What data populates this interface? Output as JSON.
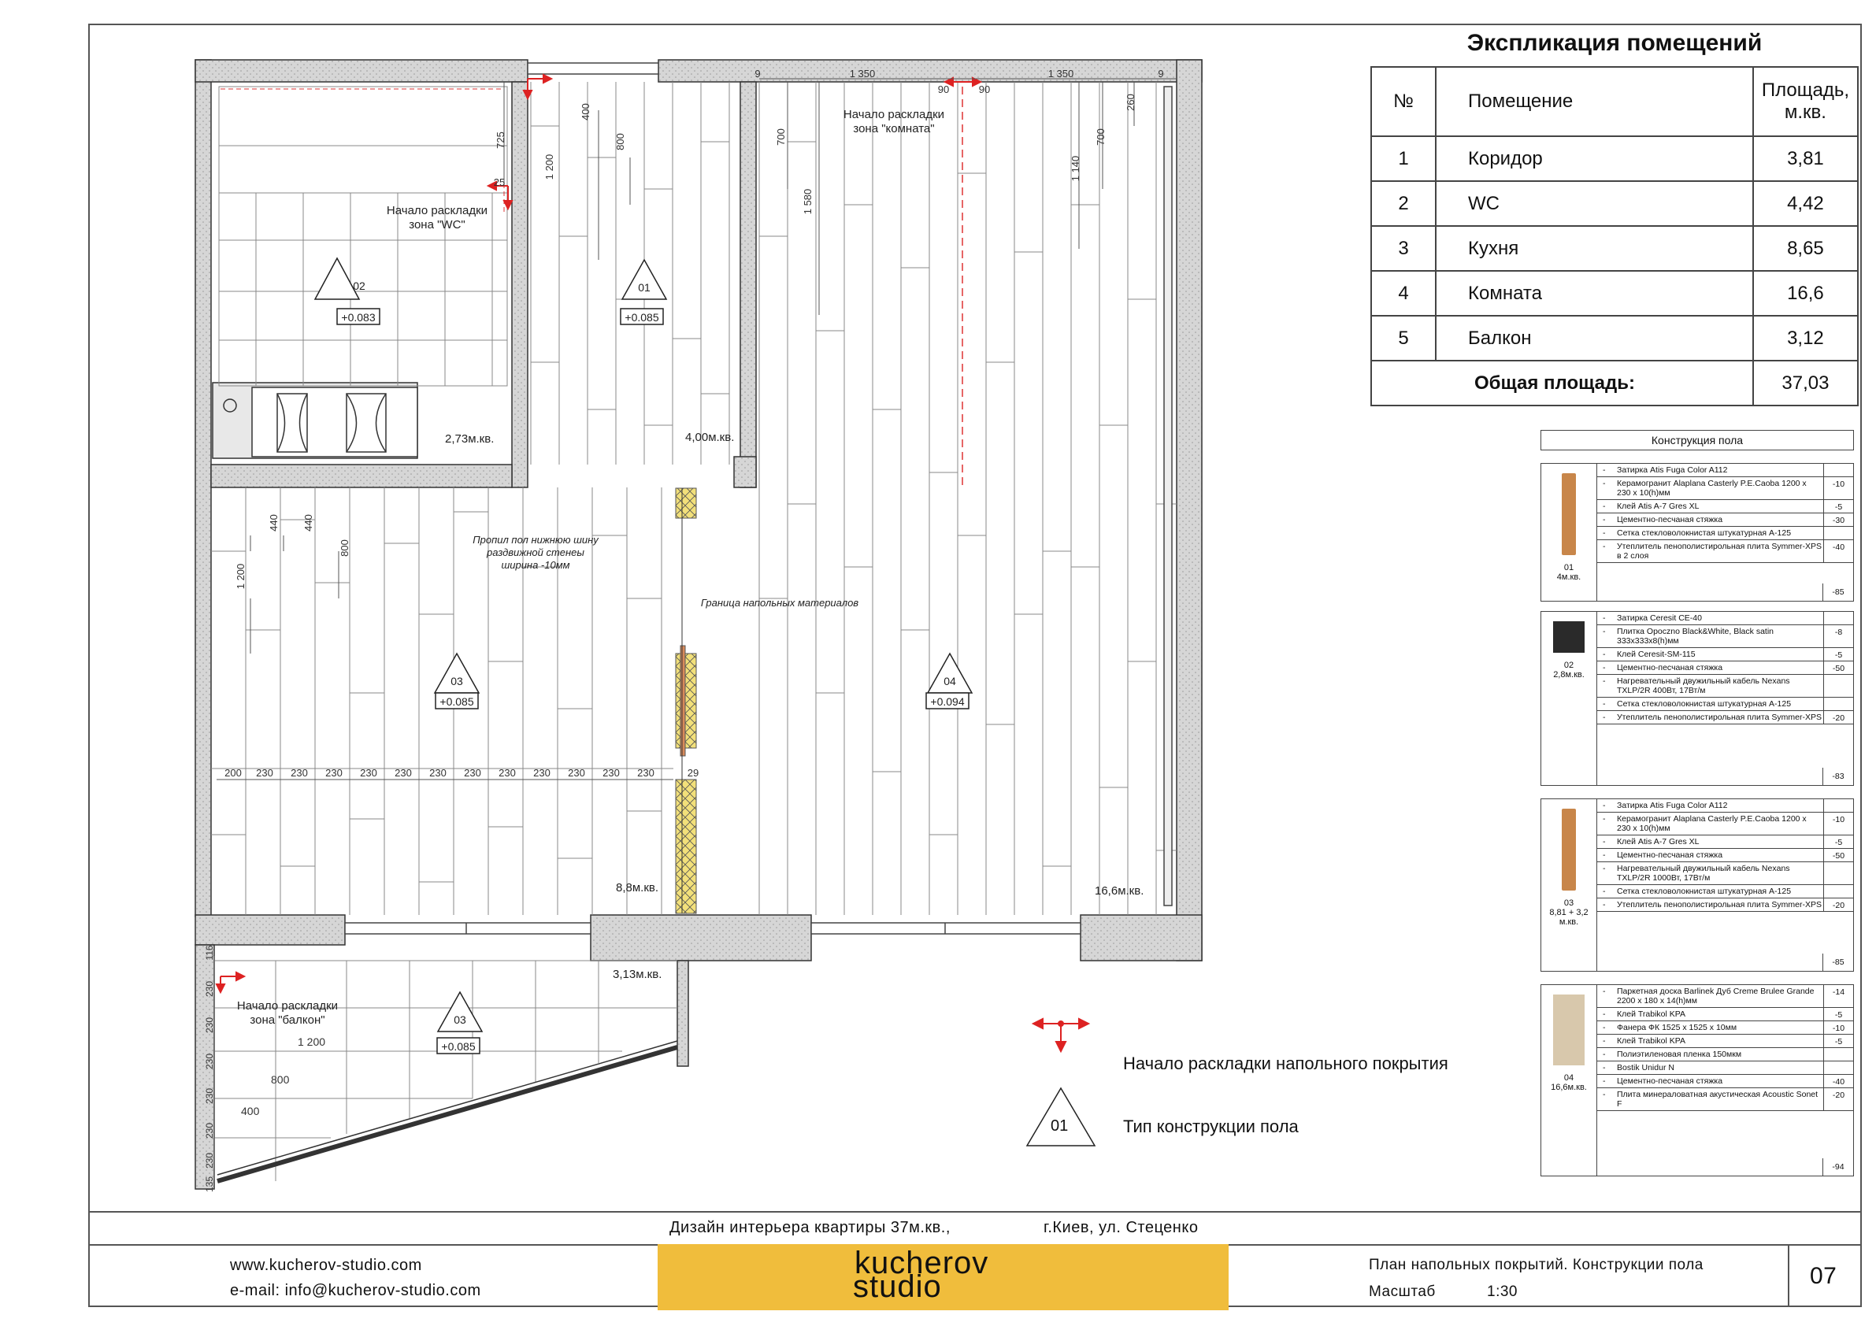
{
  "explication": {
    "title": "Экспликация помещений",
    "headers": {
      "num": "№",
      "room": "Помещение",
      "area": "Площадь,\nм.кв."
    },
    "rows": [
      {
        "num": "1",
        "room": "Коридор",
        "area": "3,81"
      },
      {
        "num": "2",
        "room": "WC",
        "area": "4,42"
      },
      {
        "num": "3",
        "room": "Кухня",
        "area": "8,65"
      },
      {
        "num": "4",
        "room": "Комната",
        "area": "16,6"
      },
      {
        "num": "5",
        "room": "Балкон",
        "area": "3,12"
      }
    ],
    "total_label": "Общая площадь:",
    "total_value": "37,03"
  },
  "construction": {
    "title": "Конструкция пола",
    "types": [
      {
        "code": "01",
        "area": "4м.кв.",
        "swatch_color": "#c8864a",
        "layers": [
          {
            "name": "Затирка Atis Fuga Color A112",
            "value": ""
          },
          {
            "name": "Керамогранит Alaplana Casterly P.E.Caoba 1200 х 230 х 10(h)мм",
            "value": "-10"
          },
          {
            "name": "Клей Atis A-7 Gres XL",
            "value": "-5"
          },
          {
            "name": "Цементно-песчаная стяжка",
            "value": "-30"
          },
          {
            "name": "Сетка стекловолокнистая штукатурная А-125",
            "value": ""
          },
          {
            "name": "Утеплитель пенополистирольная плита Symmer-XPS в 2 слоя",
            "value": "-40"
          }
        ],
        "total": "-85"
      },
      {
        "code": "02",
        "area": "2,8м.кв.",
        "swatch_color": "#2a2a2a",
        "layers": [
          {
            "name": "Затирка Ceresit CE-40",
            "value": ""
          },
          {
            "name": "Плитка Opoczno Black&White, Black satin 333х333х8(h)мм",
            "value": "-8"
          },
          {
            "name": "Клей Ceresit-SM-115",
            "value": "-5"
          },
          {
            "name": "Цементно-песчаная стяжка",
            "value": "-50"
          },
          {
            "name": "Нагревательный двужильный кабель Nexans TXLP/2R 400Вт, 17Вт/м",
            "value": ""
          },
          {
            "name": "Сетка стекловолокнистая штукатурная А-125",
            "value": ""
          },
          {
            "name": "Утеплитель пенополистирольная плита Symmer-XPS",
            "value": "-20"
          }
        ],
        "total": "-83"
      },
      {
        "code": "03",
        "area": "8,81 + 3,2 м.кв.",
        "swatch_color": "#c8864a",
        "layers": [
          {
            "name": "Затирка Atis Fuga Color A112",
            "value": ""
          },
          {
            "name": "Керамогранит Alaplana Casterly P.E.Caoba 1200 х 230 х 10(h)мм",
            "value": "-10"
          },
          {
            "name": "Клей Atis A-7 Gres XL",
            "value": "-5"
          },
          {
            "name": "Цементно-песчаная стяжка",
            "value": "-50"
          },
          {
            "name": "Нагревательный двужильный кабель Nexans TXLP/2R 1000Вт, 17Вт/м",
            "value": ""
          },
          {
            "name": "Сетка стекловолокнистая штукатурная А-125",
            "value": ""
          },
          {
            "name": "Утеплитель пенополистирольная плита Symmer-XPS",
            "value": "-20"
          }
        ],
        "total": "-85"
      },
      {
        "code": "04",
        "area": "16,6м.кв.",
        "swatch_color": "#d8c8ac",
        "layers": [
          {
            "name": "Паркетная доска Barlinek Дуб Creme Brulee Grande 2200 х 180 х 14(h)мм",
            "value": "-14"
          },
          {
            "name": "Клей Trabikol KPA",
            "value": "-5"
          },
          {
            "name": "Фанера ФК 1525 х 1525 х 10мм",
            "value": "-10"
          },
          {
            "name": "Клей Trabikol KPA",
            "value": "-5"
          },
          {
            "name": "Полиэтиленовая пленка 150мкм",
            "value": ""
          },
          {
            "name": "Bostik Unidur N",
            "value": ""
          },
          {
            "name": "Цементно-песчаная стяжка",
            "value": "-40"
          },
          {
            "name": "Плита минераловатная акустическая Acoustic Sonet F",
            "value": "-20"
          }
        ],
        "total": "-94"
      }
    ]
  },
  "legend": {
    "start_label": "Начало раскладки напольного покрытия",
    "type_label": "Тип конструкции пола",
    "type_example": "01"
  },
  "plan": {
    "start_wc": [
      "Начало раскладки",
      "зона \"WC\""
    ],
    "start_room": [
      "Начало раскладки",
      "зона \"комната\""
    ],
    "start_balcony": [
      "Начало раскладки",
      "зона \"балкон\""
    ],
    "note_cut": [
      "Пропил пол нижнюю шину",
      "раздвижной стенеы",
      "ширина -10мм"
    ],
    "note_border": "Граница напольных материалов",
    "areas": {
      "wc": "2,73м.кв.",
      "corridor": "4,00м.кв.",
      "kitchen": "8,8м.кв.",
      "room": "16,6м.кв.",
      "balcony": "3,13м.кв."
    },
    "markers": [
      {
        "code": "02",
        "level": "+0.083"
      },
      {
        "code": "01",
        "level": "+0.085"
      },
      {
        "code": "03",
        "level": "+0.085"
      },
      {
        "code": "04",
        "level": "+0.094"
      },
      {
        "code": "03",
        "level": "+0.085"
      }
    ],
    "dims_top": [
      "9",
      "1 350",
      "90",
      "90",
      "1 350",
      "9"
    ],
    "dims_vertical": [
      "725",
      "25",
      "1 200",
      "400",
      "800",
      "700",
      "1 580",
      "1 140",
      "700",
      "260",
      "440",
      "440",
      "800",
      "1 200"
    ],
    "dims_row": [
      "200",
      "230",
      "230",
      "230",
      "230",
      "230",
      "230",
      "230",
      "230",
      "230",
      "230",
      "230",
      "230",
      "29"
    ],
    "dims_balcony_left": [
      "116",
      "230",
      "230",
      "230",
      "230",
      "230",
      "230",
      "135"
    ],
    "dims_balcony": [
      "1 200",
      "800",
      "400"
    ]
  },
  "titleblock": {
    "project": "Дизайн интерьера квартиры 37м.кв.,",
    "address": "г.Киев, ул. Стеценко",
    "website": "www.kucherov-studio.com",
    "email": "e-mail: info@kucherov-studio.com",
    "logo_top": "kucherov",
    "logo_bottom": "studio",
    "sheet_title": "План напольных покрытий. Конструкции пола",
    "scale_label": "Масштаб",
    "scale_value": "1:30",
    "sheet_number": "07"
  }
}
